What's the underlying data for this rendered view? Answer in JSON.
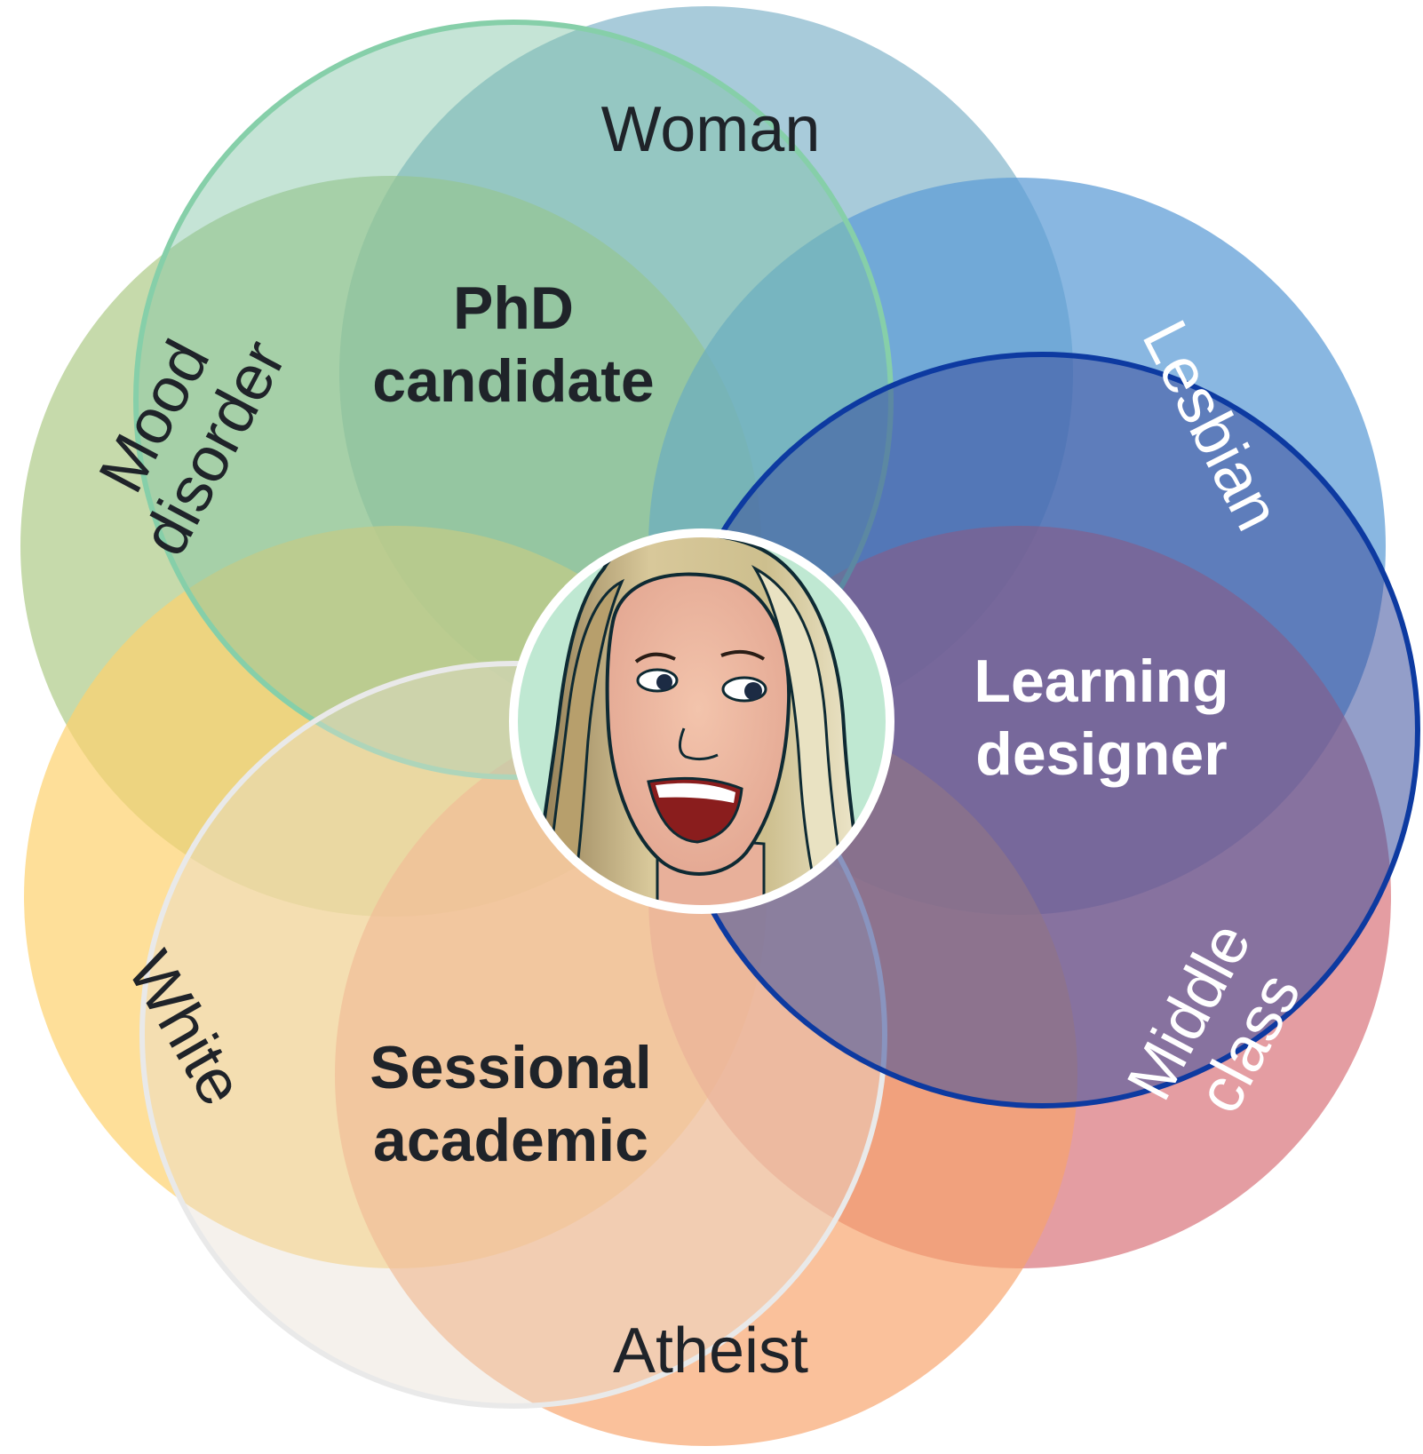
{
  "diagram": {
    "outer_sets": [
      {
        "key": "woman",
        "label_lines": [
          "Woman"
        ],
        "color": "#7fb2c8",
        "text_color": "#1f2329"
      },
      {
        "key": "lesbian",
        "label_lines": [
          "Lesbian"
        ],
        "color": "#5b9bd5",
        "text_color": "#ffffff"
      },
      {
        "key": "middle",
        "label_lines": [
          "Middle",
          "class"
        ],
        "color": "#d8747a",
        "text_color": "#ffffff"
      },
      {
        "key": "atheist",
        "label_lines": [
          "Atheist"
        ],
        "color": "#f7a46c",
        "text_color": "#1f2329"
      },
      {
        "key": "white",
        "label_lines": [
          "White"
        ],
        "color": "#fdd26e",
        "text_color": "#1f2329"
      },
      {
        "key": "mood",
        "label_lines": [
          "Mood",
          "disorder"
        ],
        "color": "#a9c77f",
        "text_color": "#1f2329"
      }
    ],
    "inner_sets": [
      {
        "key": "phd",
        "label_lines": [
          "PhD",
          "candidate"
        ],
        "fill": "#7fc4a4",
        "stroke": "#86cfa9",
        "text_color": "#1f2329"
      },
      {
        "key": "learning",
        "label_lines": [
          "Learning",
          "designer"
        ],
        "fill": "#3a4f9c",
        "stroke": "#0d3aa1",
        "text_color": "#ffffff"
      },
      {
        "key": "sessional",
        "label_lines": [
          "Sessional",
          "academic"
        ],
        "fill": "#e6ddd2",
        "stroke": "#e9e9e9",
        "text_color": "#1f2329"
      }
    ],
    "center": {
      "icon": "cartoon-woman-avatar-icon",
      "ring_color": "#ffffff",
      "bg_color": "#bfe8d2"
    }
  }
}
